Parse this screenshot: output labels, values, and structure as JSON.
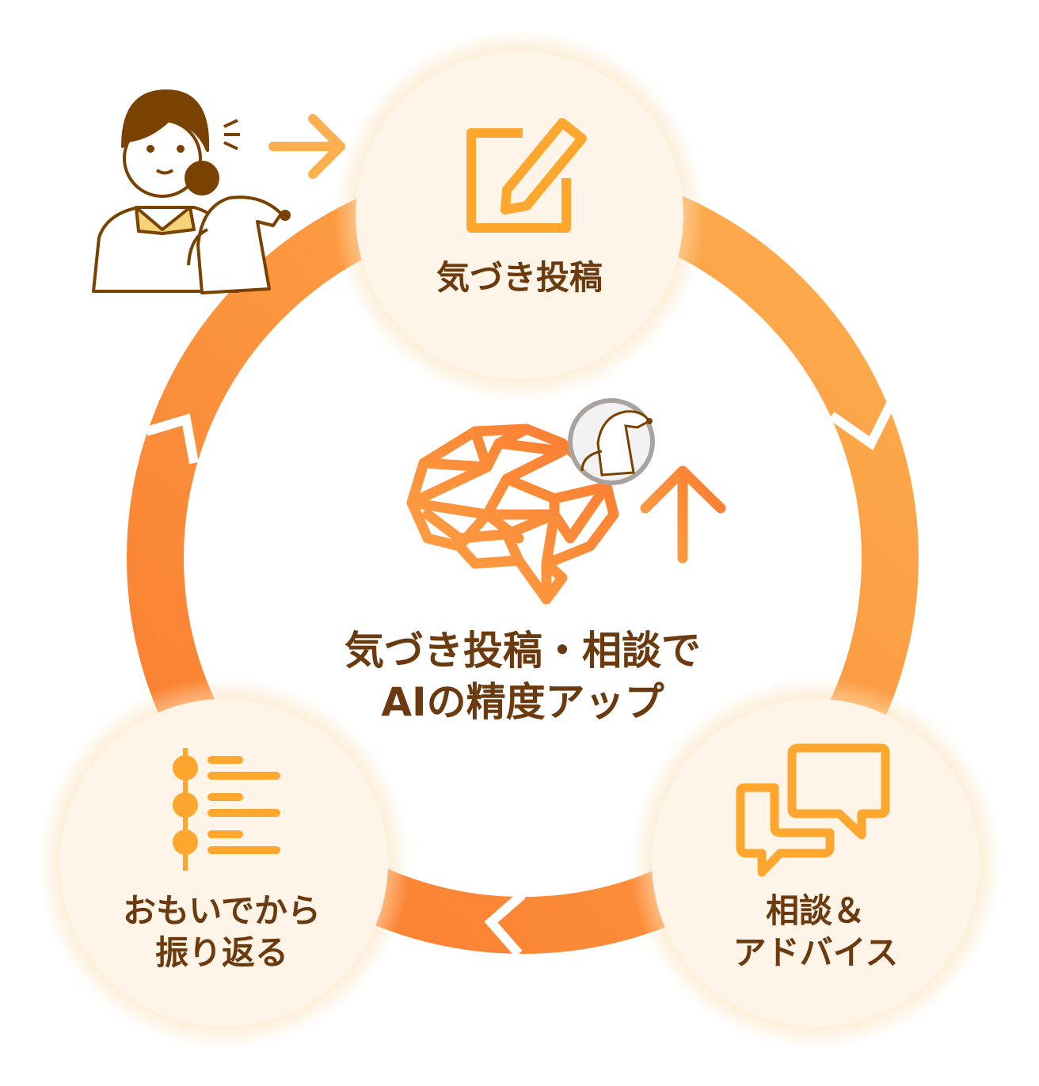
{
  "steps": [
    {
      "label": "気づき投稿",
      "icon": "edit-icon"
    },
    {
      "label_line1": "相談＆",
      "label_line2": "アドバイス",
      "icon": "chat-bubbles-icon"
    },
    {
      "label_line1": "おもいでから",
      "label_line2": "振り返る",
      "icon": "timeline-icon"
    }
  ],
  "center": {
    "line1": "気づき投稿・相談で",
    "line2": "AIの精度アップ",
    "icon": "brain-network-icon"
  },
  "colors": {
    "ring": "#fb8c3a",
    "accent": "#fdab45",
    "text": "#6b3a0f",
    "circle": "#fef5e8"
  }
}
